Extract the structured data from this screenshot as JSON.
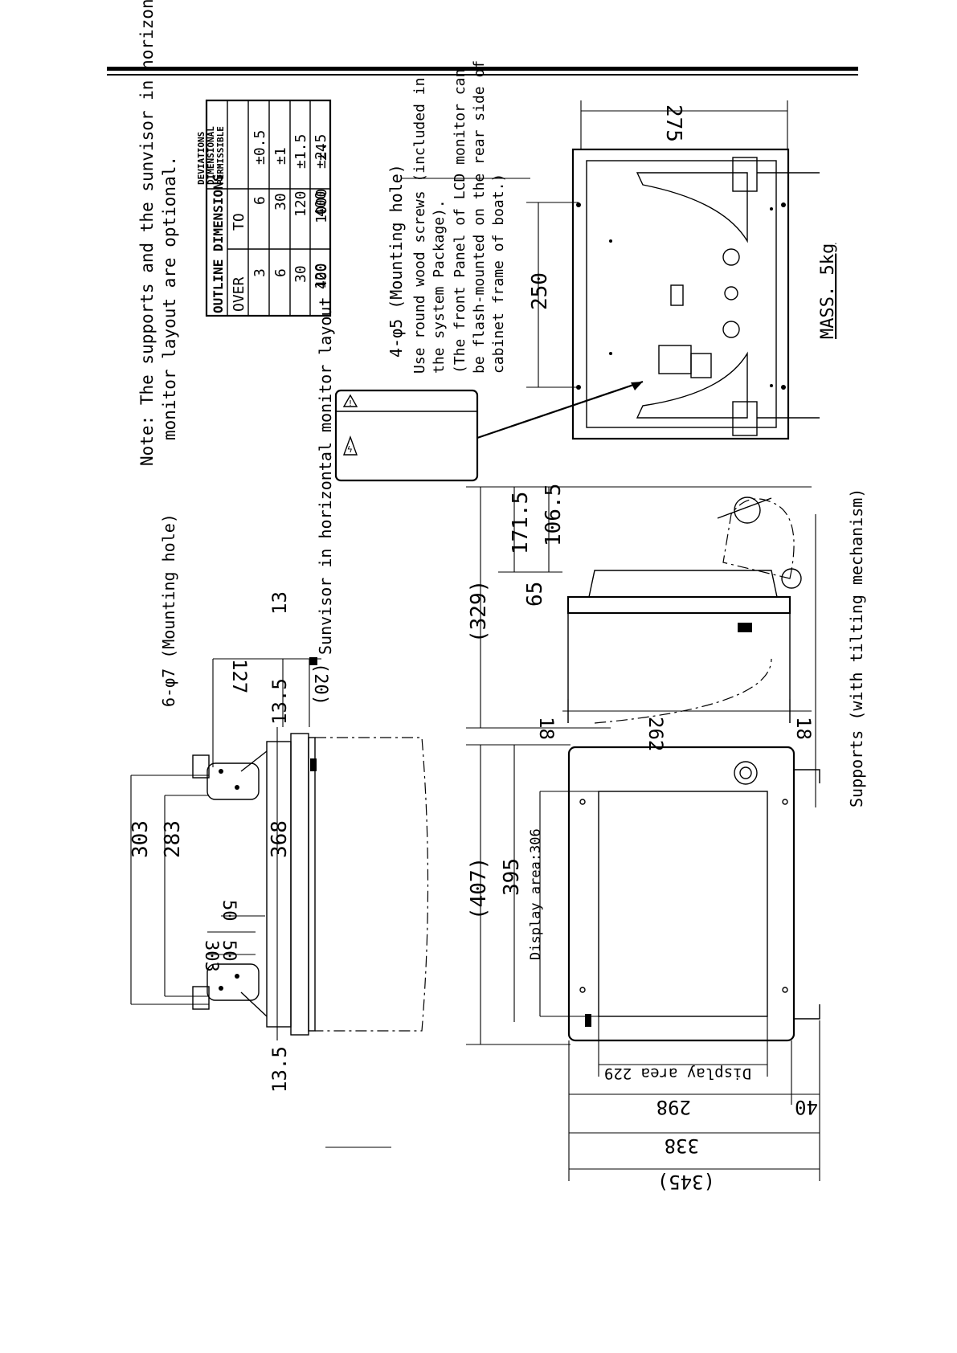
{
  "notes": {
    "main": "Note: The supports and the sunvisor in horizontal",
    "main2": "monitor layout are optional.",
    "sunvisor": "Sunvisor in horizontal monitor layout",
    "supports": "Supports (with tilting mechanism)",
    "mounting_hole_top": "6-φ7 (Mounting hole)",
    "mounting_hole_rear": "4-φ5 (Mounting hole)",
    "screws_1": "Use round wood screws (included in",
    "screws_2": "the system Package).",
    "flush_1": "(The front Panel of LCD monitor can",
    "flush_2": "be flash-mounted on the rear side of",
    "flush_3": "cabinet frame of boat.)",
    "mass": "MASS. 5kg",
    "display_area_h": "Display area:306",
    "display_area_v": "Display area 229"
  },
  "tolerance_table": {
    "header_outline": "OUTLINE DIMENSIONS",
    "header_over": "OVER",
    "header_to": "TO",
    "header_perm_1": "PERMISSIBLE",
    "header_perm_2": "DIMENSIONAL",
    "header_perm_3": "DEVIATIONS",
    "rows": [
      {
        "over": "3",
        "to": "6",
        "dev": "±0.5"
      },
      {
        "over": "6",
        "to": "30",
        "dev": "±1"
      },
      {
        "over": "30",
        "to": "120",
        "dev": "±1.5"
      },
      {
        "over": "120",
        "to": "400",
        "dev": "±2.5"
      },
      {
        "over": "400",
        "to": "1000",
        "dev": "±4"
      }
    ]
  },
  "dimensions": {
    "d303": "303",
    "d283": "283",
    "d368": "368",
    "d50": "50",
    "d303b": "303",
    "d13_5a": "13.5",
    "d13_5b": "13.5",
    "d127": "127",
    "d20": "(20)",
    "d13": "13",
    "d407": "(407)",
    "d395": "395",
    "d329": "(329)",
    "d171_5": "171.5",
    "d65": "65",
    "d106_5": "106.5",
    "d18a": "18",
    "d262": "262",
    "d18b": "18",
    "d298": "298",
    "d40": "40",
    "d338": "338",
    "d345": "(345)",
    "d250": "250",
    "d275": "275"
  }
}
